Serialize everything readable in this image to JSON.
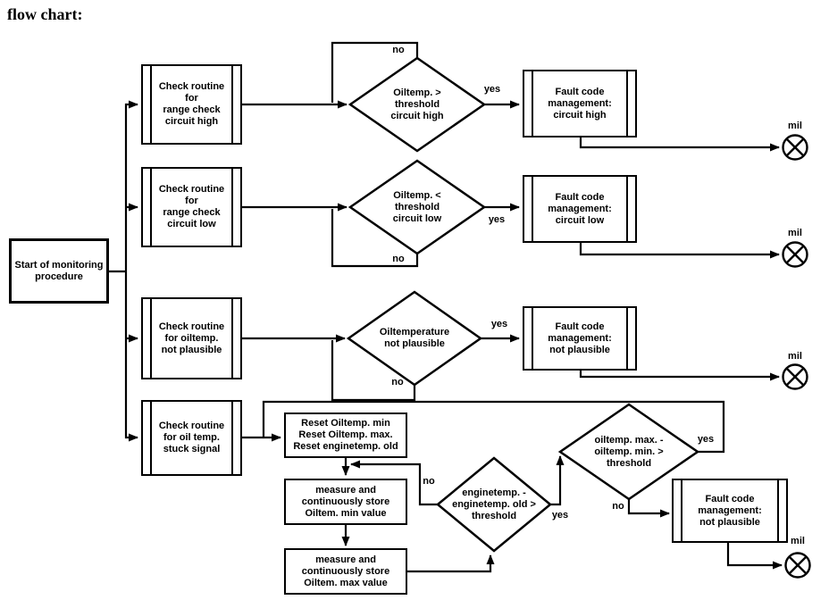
{
  "title": "flow chart:",
  "colors": {
    "line": "#000000",
    "background": "#ffffff"
  },
  "start": {
    "lines": [
      "Start of monitoring",
      "procedure"
    ]
  },
  "checks": [
    {
      "lines": [
        "Check routine",
        "for",
        "range check",
        "circuit high"
      ]
    },
    {
      "lines": [
        "Check routine",
        "for",
        "range check",
        "circuit low"
      ]
    },
    {
      "lines": [
        "Check routine",
        "for oiltemp.",
        "not plausible"
      ]
    },
    {
      "lines": [
        "Check routine",
        "for oil temp.",
        "stuck signal"
      ]
    }
  ],
  "decisions": [
    {
      "lines": [
        "Oiltemp. >",
        "threshold",
        "circuit high"
      ]
    },
    {
      "lines": [
        "Oiltemp. <",
        "threshold",
        "circuit low"
      ]
    },
    {
      "lines": [
        "Oiltemperature",
        "not plausible"
      ]
    },
    {
      "lines": [
        "enginetemp. -",
        "enginetemp. old >",
        "threshold"
      ]
    },
    {
      "lines": [
        "oiltemp. max. -",
        "oiltemp. min. >",
        "threshold"
      ]
    }
  ],
  "faults": [
    {
      "lines": [
        "Fault code",
        "management:",
        "circuit high"
      ]
    },
    {
      "lines": [
        "Fault code",
        "management:",
        "circuit low"
      ]
    },
    {
      "lines": [
        "Fault code",
        "management:",
        "not plausible"
      ]
    },
    {
      "lines": [
        "Fault code",
        "management:",
        "not plausible"
      ]
    }
  ],
  "process": [
    {
      "lines": [
        "Reset Oiltemp. min",
        "Reset Oiltemp. max.",
        "Reset enginetemp. old"
      ]
    },
    {
      "lines": [
        "measure and",
        "continuously store",
        "Oiltem. min value"
      ]
    },
    {
      "lines": [
        "measure and",
        "continuously store",
        "Oiltem. max value"
      ]
    }
  ],
  "labels": {
    "yes": "yes",
    "no": "no",
    "mil": "mil"
  }
}
